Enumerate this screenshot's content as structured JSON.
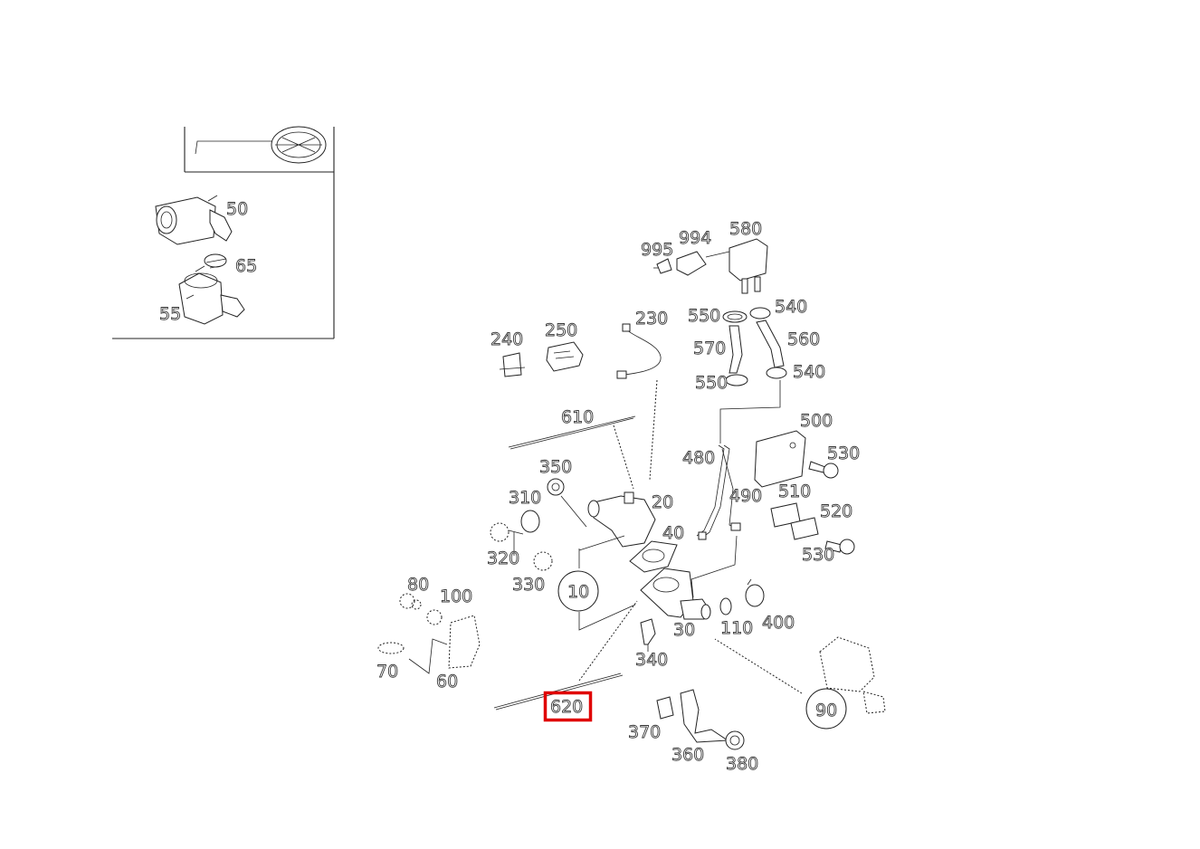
{
  "diagram": {
    "highlight_color": "#e00000",
    "highlighted_label": "620",
    "inset_labels": {
      "l50": "50",
      "l65": "65",
      "l55": "55"
    },
    "labels": {
      "l995": "995",
      "l994": "994",
      "l580": "580",
      "l230": "230",
      "l550a": "550",
      "l540a": "540",
      "l240": "240",
      "l250": "250",
      "l570": "570",
      "l560": "560",
      "l550b": "550",
      "l540b": "540",
      "l610": "610",
      "l500": "500",
      "l530a": "530",
      "l480": "480",
      "l350": "350",
      "l490": "490",
      "l510": "510",
      "l310": "310",
      "l20": "20",
      "l520": "520",
      "l40": "40",
      "l320": "320",
      "l530b": "530",
      "l330": "330",
      "l10": "10",
      "l80": "80",
      "l100": "100",
      "l110": "110",
      "l400": "400",
      "l30": "30",
      "l340": "340",
      "l70": "70",
      "l60": "60",
      "l620": "620",
      "l90": "90",
      "l370": "370",
      "l360": "360",
      "l380": "380"
    }
  }
}
